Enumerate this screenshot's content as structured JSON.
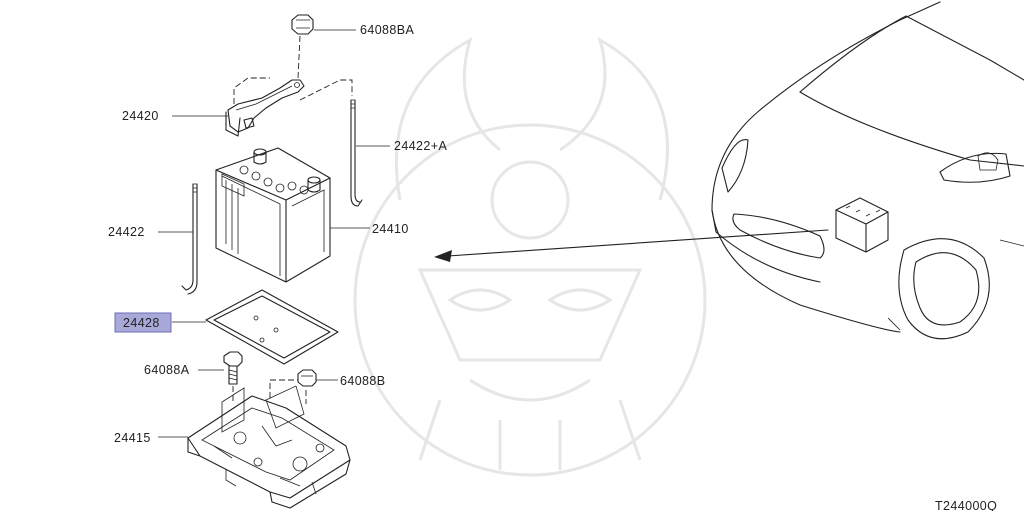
{
  "diagram_code": "T244000Q",
  "parts": {
    "nut_top": "64088BA",
    "bracket": "24420",
    "rod_right": "24422+A",
    "rod_left": "24422",
    "battery": "24410",
    "tray": "24428",
    "bolt": "64088A",
    "nut_lower": "64088B",
    "base": "24415"
  },
  "highlighted_part": "24428",
  "colors": {
    "highlight_fill": "#a9a9d9",
    "highlight_stroke": "#6d6db5",
    "line": "#222222",
    "watermark": "#e6e6e6"
  }
}
